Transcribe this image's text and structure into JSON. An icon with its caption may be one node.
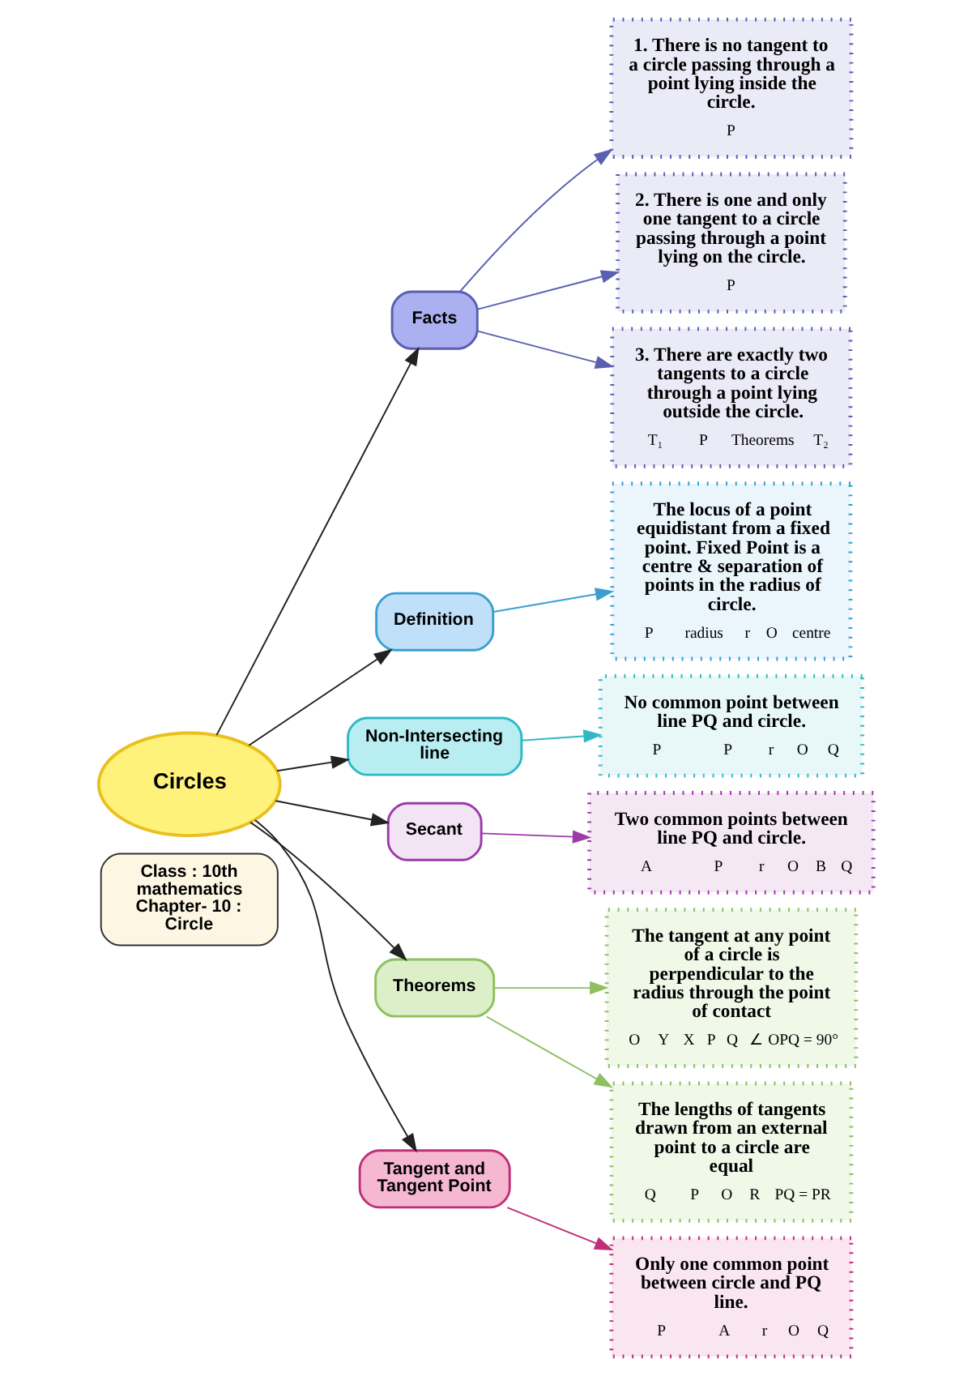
{
  "diagram": {
    "nodes": [
      {
        "text": [
          "Class : 10th mathematics",
          "Chapter- 10 : Circle"
        ]
      },
      {
        "text": [
          "Circles"
        ]
      },
      {
        "text": [
          "Facts"
        ]
      },
      {
        "text": [
          "1. There is no tangent to a circle passing through a point lying inside the circle.",
          "P"
        ]
      },
      {
        "text": [
          "2. There is one and only one tangent to a circle passing through a point lying on the circle.",
          "P"
        ]
      },
      {
        "text": [
          "3. There are exactly two tangents to a circle through a point lying outside the circle.",
          "T₁",
          "P",
          "Theorems",
          "T₂"
        ]
      },
      {
        "text": [
          "Definition"
        ]
      },
      {
        "text": [
          "The locus of a point equidistant from a fixed point. Fixed Point is a centre & separation of points in the radius of circle.",
          "P",
          "radius",
          "r",
          "O",
          "centre"
        ]
      },
      {
        "text": [
          "Non-Intersecting line"
        ]
      },
      {
        "text": [
          "No common point between line PQ and circle.",
          "P",
          "P",
          "r",
          "O",
          "Q"
        ]
      },
      {
        "text": [
          "Secant"
        ]
      },
      {
        "text": [
          "Two common points between line PQ and circle.",
          "A",
          "P",
          "r",
          "O",
          "B",
          "Q"
        ]
      },
      {
        "text": [
          "Theorems"
        ]
      },
      {
        "text": [
          "The tangent at any point of a circle is perpendicular to the radius through the point of contact",
          "O",
          "Y",
          "X",
          "P",
          "Q",
          "∠ OPQ = 90°"
        ]
      },
      {
        "text": [
          "The lengths of tangents drawn from an external point to a circle are equal",
          "Q",
          "P",
          "O",
          "R",
          "PQ = PR"
        ]
      },
      {
        "text": [
          "Tangent and Tangent Point"
        ]
      },
      {
        "text": [
          "Only one common point between circle and PQ line.",
          "P",
          "A",
          "r",
          "O",
          "Q"
        ]
      }
    ],
    "edges": [
      {
        "from": 1,
        "to": 2,
        "arrow": "to",
        "color": "#222222"
      },
      {
        "from": 1,
        "to": 6,
        "arrow": "to",
        "color": "#222222"
      },
      {
        "from": 1,
        "to": 8,
        "arrow": "to",
        "color": "#222222"
      },
      {
        "from": 1,
        "to": 10,
        "arrow": "to",
        "color": "#222222"
      },
      {
        "from": 1,
        "to": 12,
        "arrow": "to",
        "color": "#222222"
      },
      {
        "from": 1,
        "to": 15,
        "arrow": "to",
        "color": "#222222"
      },
      {
        "from": 2,
        "to": 3,
        "arrow": "to",
        "color": "#5a5fb0"
      },
      {
        "from": 2,
        "to": 4,
        "arrow": "to",
        "color": "#5a5fb0"
      },
      {
        "from": 2,
        "to": 5,
        "arrow": "to",
        "color": "#5a5fb0"
      },
      {
        "from": 6,
        "to": 7,
        "arrow": "to",
        "color": "#3a9fd0"
      },
      {
        "from": 8,
        "to": 9,
        "arrow": "to",
        "color": "#30b8c8"
      },
      {
        "from": 10,
        "to": 11,
        "arrow": "to",
        "color": "#9b3aa8"
      },
      {
        "from": 12,
        "to": 13,
        "arrow": "to",
        "color": "#8cc060"
      },
      {
        "from": 12,
        "to": 14,
        "arrow": "to",
        "color": "#8cc060"
      },
      {
        "from": 15,
        "to": 16,
        "arrow": "to",
        "color": "#c0307a"
      }
    ]
  }
}
